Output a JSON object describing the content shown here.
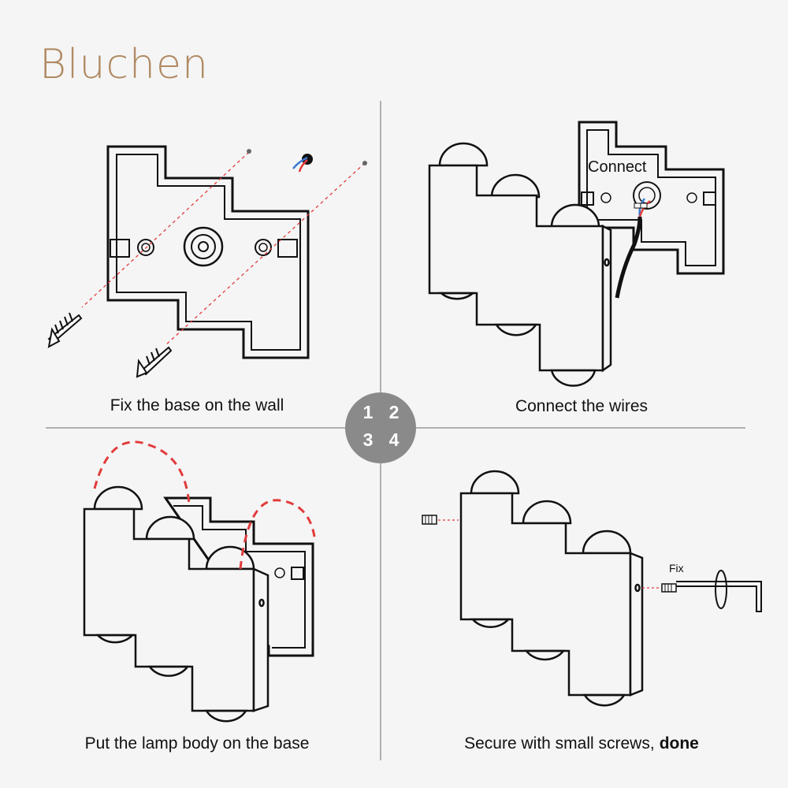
{
  "brand": {
    "logo_text": "Bluchen",
    "color": "#b08a63"
  },
  "steps": [
    {
      "number": "1",
      "caption": "Fix the base on the wall"
    },
    {
      "number": "2",
      "caption": "Connect the wires",
      "label": "Connect"
    },
    {
      "number": "3",
      "caption": "Put the lamp body on the base"
    },
    {
      "number": "4",
      "caption_main": "Secure with small screws,",
      "caption_bold": "done",
      "label": "Fix"
    }
  ],
  "colors": {
    "outline": "#111111",
    "guide": "#e23b3b",
    "badge": "#8a8a8a"
  }
}
